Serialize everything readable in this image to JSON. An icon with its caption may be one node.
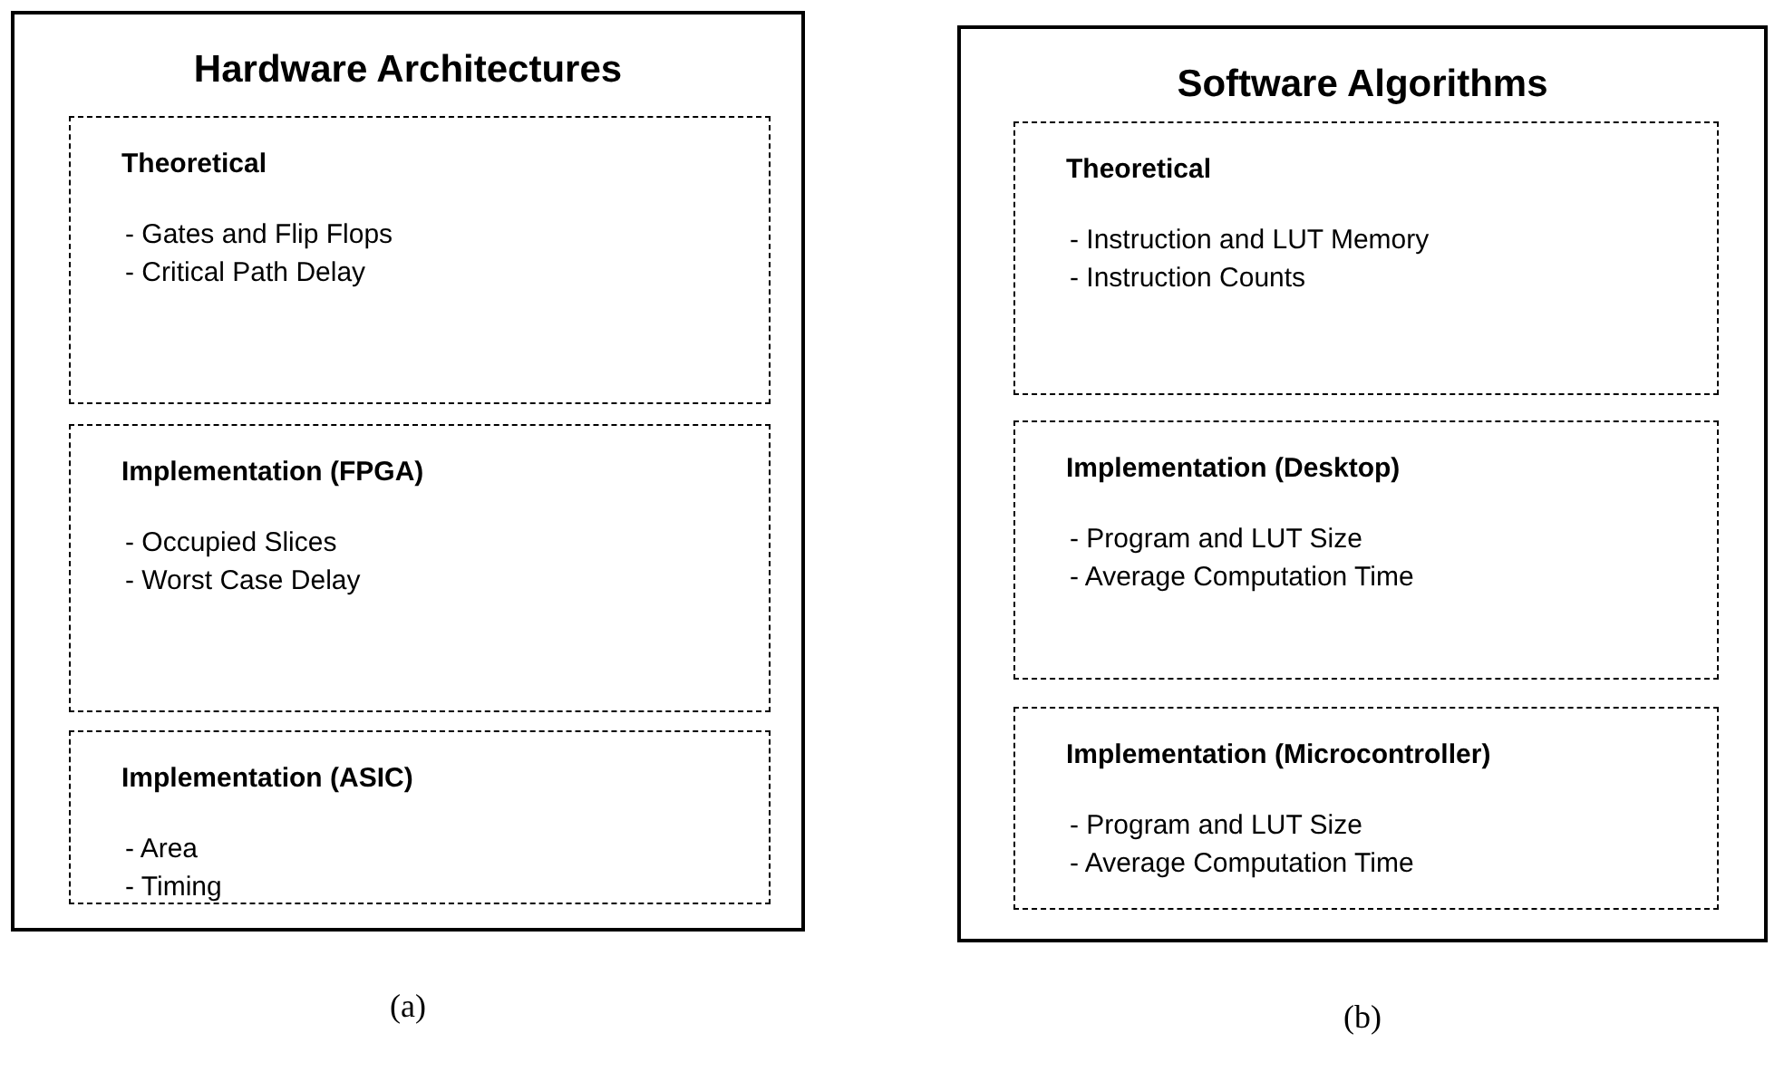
{
  "diagram": {
    "nodes": [
      {
        "text": [
          "Hardware Architectures"
        ],
        "beside": [
          "(a)"
        ]
      },
      {
        "text": [
          "Theoretical",
          "- Gates and Flip Flops",
          "- Critical Path Delay"
        ],
        "in": 0
      },
      {
        "text": [
          "Implementation (FPGA)",
          "- Occupied Slices",
          "- Worst Case Delay"
        ],
        "in": 0
      },
      {
        "text": [
          "Implementation (ASIC)",
          "- Area",
          "- Timing"
        ],
        "in": 0
      },
      {
        "text": [
          "Software Algorithms"
        ],
        "beside": [
          "(b)"
        ]
      },
      {
        "text": [
          "Theoretical",
          "- Instruction and LUT Memory",
          "- Instruction Counts"
        ],
        "in": 4
      },
      {
        "text": [
          "Implementation (Desktop)",
          "- Program and LUT Size",
          "- Average Computation Time"
        ],
        "in": 4
      },
      {
        "text": [
          "Implementation (Microcontroller)",
          "- Program and LUT Size",
          "- Average Computation Time"
        ],
        "in": 4
      }
    ]
  }
}
